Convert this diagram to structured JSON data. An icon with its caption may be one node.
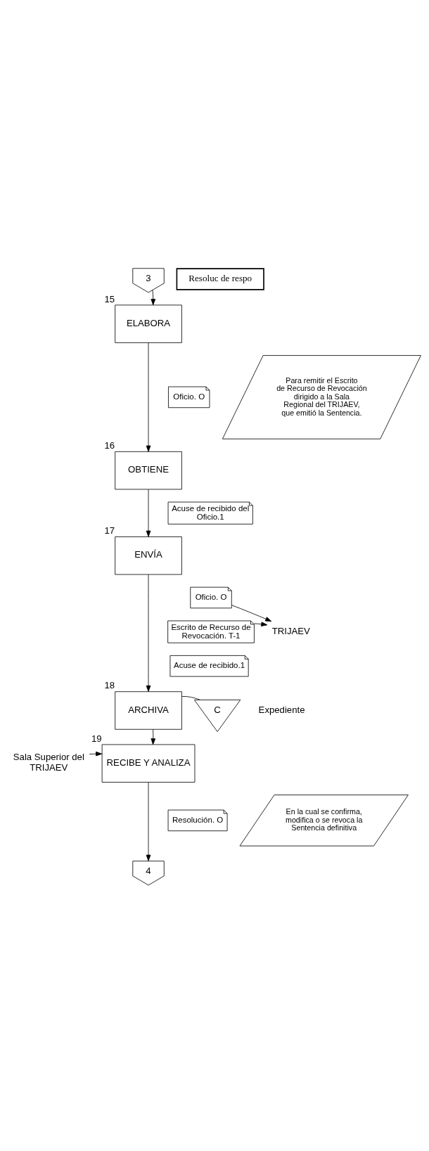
{
  "diagram": {
    "nodes": [
      {
        "text": [
          "3"
        ]
      },
      {
        "text": [
          "ELABORA"
        ],
        "beside": [
          "15"
        ]
      },
      {
        "text": [
          "Oficio. O"
        ]
      },
      {
        "text": [
          "Para remitir el Escrito de Recurso de Revocación dirigido a la Sala Regional del TRIJAEV, que emitió la Sentencia."
        ]
      },
      {
        "text": [
          "OBTIENE"
        ],
        "beside": [
          "16"
        ]
      },
      {
        "text": [
          "Acuse de recibido del Oficio.1"
        ]
      },
      {
        "text": [
          "ENVÍA"
        ],
        "beside": [
          "17"
        ]
      },
      {
        "text": [
          "Oficio. O"
        ]
      },
      {
        "text": [
          "Escrito de Recurso de Revocación. T-1"
        ]
      },
      {
        "text": [
          "Acuse de recibido.1"
        ]
      },
      {
        "text": [
          "TRIJAEV"
        ]
      },
      {
        "text": [
          "ARCHIVA"
        ],
        "beside": [
          "18"
        ]
      },
      {
        "text": [
          "C"
        ],
        "beside": [
          "Expediente"
        ]
      },
      {
        "text": [
          "Sala Superior del TRIJAEV"
        ]
      },
      {
        "text": [
          "RECIBE Y ANALIZA"
        ],
        "beside": [
          "19"
        ]
      },
      {
        "text": [
          "Resolución. O"
        ]
      },
      {
        "text": [
          "En la cual se confirma, modifica o se revoca la Sentencia definitiva"
        ]
      },
      {
        "text": [
          "4"
        ]
      },
      {
        "text": [
          "Resoluc de respo"
        ]
      }
    ],
    "edges": [
      {
        "from": 0,
        "to": 1,
        "arrow": "to"
      },
      {
        "from": 1,
        "to": 4,
        "arrow": "to"
      },
      {
        "from": 4,
        "to": 6,
        "arrow": "to"
      },
      {
        "from": 7,
        "to": 10,
        "arrow": "to"
      },
      {
        "from": 8,
        "to": 10,
        "arrow": "to"
      },
      {
        "from": 6,
        "to": 11,
        "arrow": "to"
      },
      {
        "from": 11,
        "to": 12,
        "arrow": "none"
      },
      {
        "from": 11,
        "to": 14,
        "arrow": "to"
      },
      {
        "from": 13,
        "to": 14,
        "arrow": "to"
      },
      {
        "from": 14,
        "to": 17,
        "arrow": "to"
      }
    ]
  }
}
